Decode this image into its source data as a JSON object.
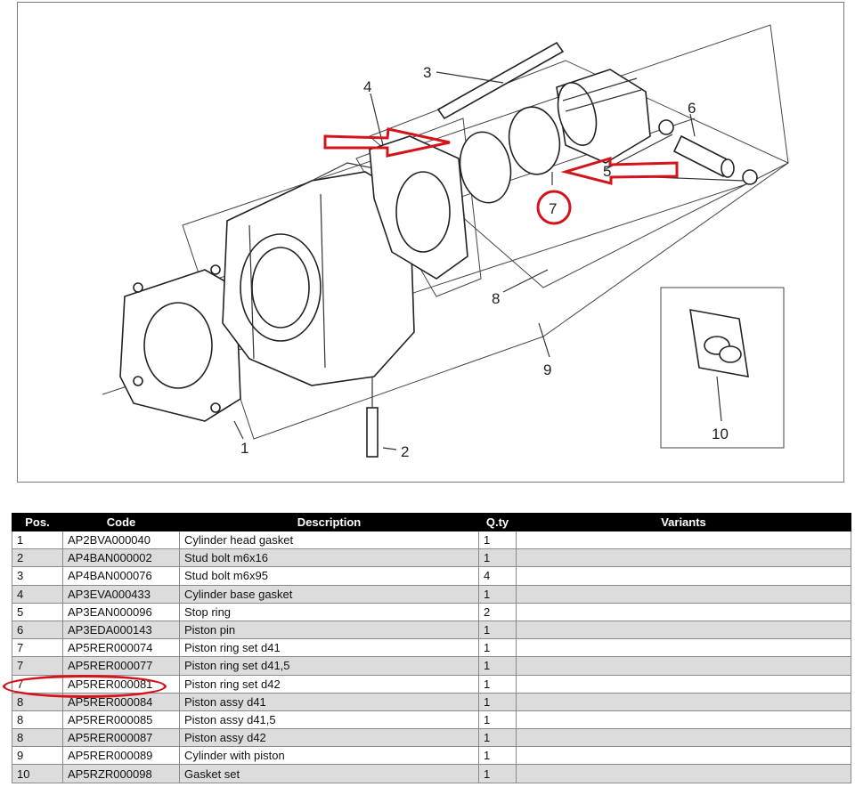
{
  "diagram": {
    "callouts": [
      "1",
      "2",
      "3",
      "4",
      "5",
      "6",
      "7",
      "8",
      "9",
      "10"
    ]
  },
  "table": {
    "headers": [
      "Pos.",
      "Code",
      "Description",
      "Q.ty",
      "Variants"
    ],
    "rows": [
      {
        "pos": "1",
        "code": "AP2BVA000040",
        "description": "Cylinder head gasket",
        "qty": "1",
        "variants": ""
      },
      {
        "pos": "2",
        "code": "AP4BAN000002",
        "description": "Stud bolt m6x16",
        "qty": "1",
        "variants": ""
      },
      {
        "pos": "3",
        "code": "AP4BAN000076",
        "description": "Stud bolt m6x95",
        "qty": "4",
        "variants": ""
      },
      {
        "pos": "4",
        "code": "AP3EVA000433",
        "description": "Cylinder base gasket",
        "qty": "1",
        "variants": ""
      },
      {
        "pos": "5",
        "code": "AP3EAN000096",
        "description": "Stop ring",
        "qty": "2",
        "variants": ""
      },
      {
        "pos": "6",
        "code": "AP3EDA000143",
        "description": "Piston pin",
        "qty": "1",
        "variants": ""
      },
      {
        "pos": "7",
        "code": "AP5RER000074",
        "description": "Piston ring set d41",
        "qty": "1",
        "variants": ""
      },
      {
        "pos": "7",
        "code": "AP5RER000077",
        "description": "Piston ring set d41,5",
        "qty": "1",
        "variants": ""
      },
      {
        "pos": "7",
        "code": "AP5RER000081",
        "description": "Piston ring set d42",
        "qty": "1",
        "variants": ""
      },
      {
        "pos": "8",
        "code": "AP5RER000084",
        "description": "Piston assy d41",
        "qty": "1",
        "variants": ""
      },
      {
        "pos": "8",
        "code": "AP5RER000085",
        "description": "Piston assy d41,5",
        "qty": "1",
        "variants": ""
      },
      {
        "pos": "8",
        "code": "AP5RER000087",
        "description": "Piston assy d42",
        "qty": "1",
        "variants": ""
      },
      {
        "pos": "9",
        "code": "AP5RER000089",
        "description": "Cylinder with piston",
        "qty": "1",
        "variants": ""
      },
      {
        "pos": "10",
        "code": "AP5RZR000098",
        "description": "Gasket set",
        "qty": "1",
        "variants": ""
      }
    ]
  },
  "colors": {
    "highlight": "#d4141c",
    "header_bg": "#000000",
    "row_alt": "#dcdcdc"
  }
}
